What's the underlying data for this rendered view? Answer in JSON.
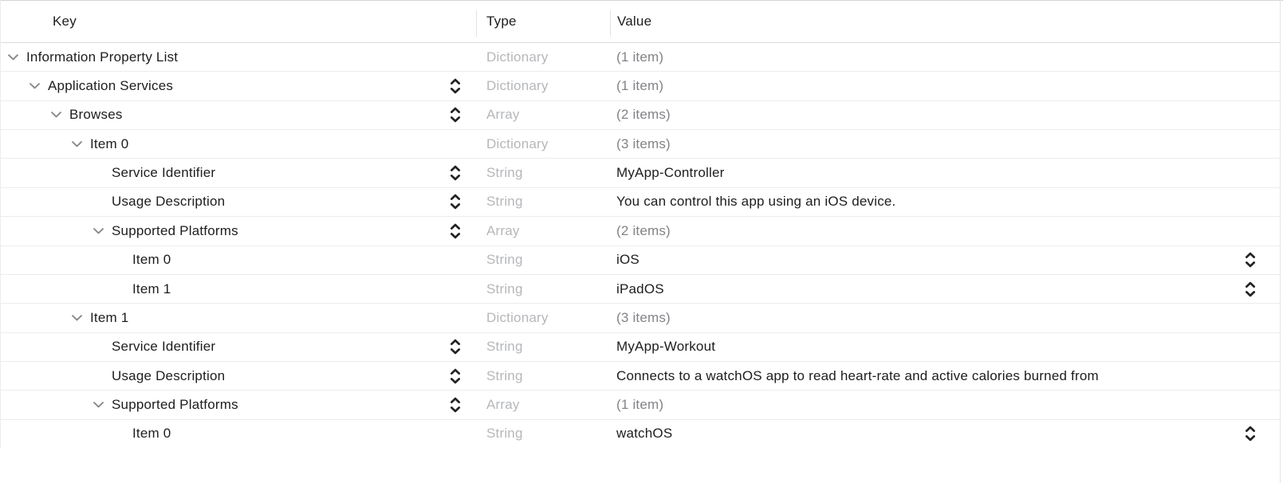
{
  "header": {
    "key": "Key",
    "type": "Type",
    "value": "Value"
  },
  "icons": {
    "disclosure": "chevron-down-icon",
    "stepper": "up-down-stepper-icon"
  },
  "colors": {
    "text": "#1d1d1f",
    "type_text": "#b5b7ba",
    "muted_value_text": "#828387",
    "row_separator": "#ececee",
    "header_separator": "#dcdcde",
    "disclosure_gray": "#87898c",
    "stepper_black": "#232325",
    "background": "#ffffff"
  },
  "rows": [
    {
      "level": 0,
      "disclosure": true,
      "key": "Information Property List",
      "key_stepper": false,
      "type": "Dictionary",
      "value": "(1 item)",
      "value_muted": true,
      "value_stepper": false
    },
    {
      "level": 1,
      "disclosure": true,
      "key": "Application Services",
      "key_stepper": true,
      "type": "Dictionary",
      "value": "(1 item)",
      "value_muted": true,
      "value_stepper": false
    },
    {
      "level": 2,
      "disclosure": true,
      "key": "Browses",
      "key_stepper": true,
      "type": "Array",
      "value": "(2 items)",
      "value_muted": true,
      "value_stepper": false
    },
    {
      "level": 3,
      "disclosure": true,
      "key": "Item 0",
      "key_stepper": false,
      "type": "Dictionary",
      "value": "(3 items)",
      "value_muted": true,
      "value_stepper": false
    },
    {
      "level": 4,
      "disclosure": false,
      "key": "Service Identifier",
      "key_stepper": true,
      "type": "String",
      "value": "MyApp-Controller",
      "value_muted": false,
      "value_stepper": false
    },
    {
      "level": 4,
      "disclosure": false,
      "key": "Usage Description",
      "key_stepper": true,
      "type": "String",
      "value": "You can control this app using an iOS device.",
      "value_muted": false,
      "value_stepper": false
    },
    {
      "level": 4,
      "disclosure": true,
      "key": "Supported Platforms",
      "key_stepper": true,
      "type": "Array",
      "value": "(2 items)",
      "value_muted": true,
      "value_stepper": false
    },
    {
      "level": 5,
      "disclosure": false,
      "key": "Item 0",
      "key_stepper": false,
      "type": "String",
      "value": "iOS",
      "value_muted": false,
      "value_stepper": true
    },
    {
      "level": 5,
      "disclosure": false,
      "key": "Item 1",
      "key_stepper": false,
      "type": "String",
      "value": "iPadOS",
      "value_muted": false,
      "value_stepper": true
    },
    {
      "level": 3,
      "disclosure": true,
      "key": "Item 1",
      "key_stepper": false,
      "type": "Dictionary",
      "value": "(3 items)",
      "value_muted": true,
      "value_stepper": false
    },
    {
      "level": 4,
      "disclosure": false,
      "key": "Service Identifier",
      "key_stepper": true,
      "type": "String",
      "value": "MyApp-Workout",
      "value_muted": false,
      "value_stepper": false
    },
    {
      "level": 4,
      "disclosure": false,
      "key": "Usage Description",
      "key_stepper": true,
      "type": "String",
      "value": "Connects to a watchOS app to read heart-rate and active calories burned from",
      "value_muted": false,
      "value_stepper": false
    },
    {
      "level": 4,
      "disclosure": true,
      "key": "Supported Platforms",
      "key_stepper": true,
      "type": "Array",
      "value": "(1 item)",
      "value_muted": true,
      "value_stepper": false
    },
    {
      "level": 5,
      "disclosure": false,
      "key": "Item 0",
      "key_stepper": false,
      "type": "String",
      "value": "watchOS",
      "value_muted": false,
      "value_stepper": true
    }
  ]
}
